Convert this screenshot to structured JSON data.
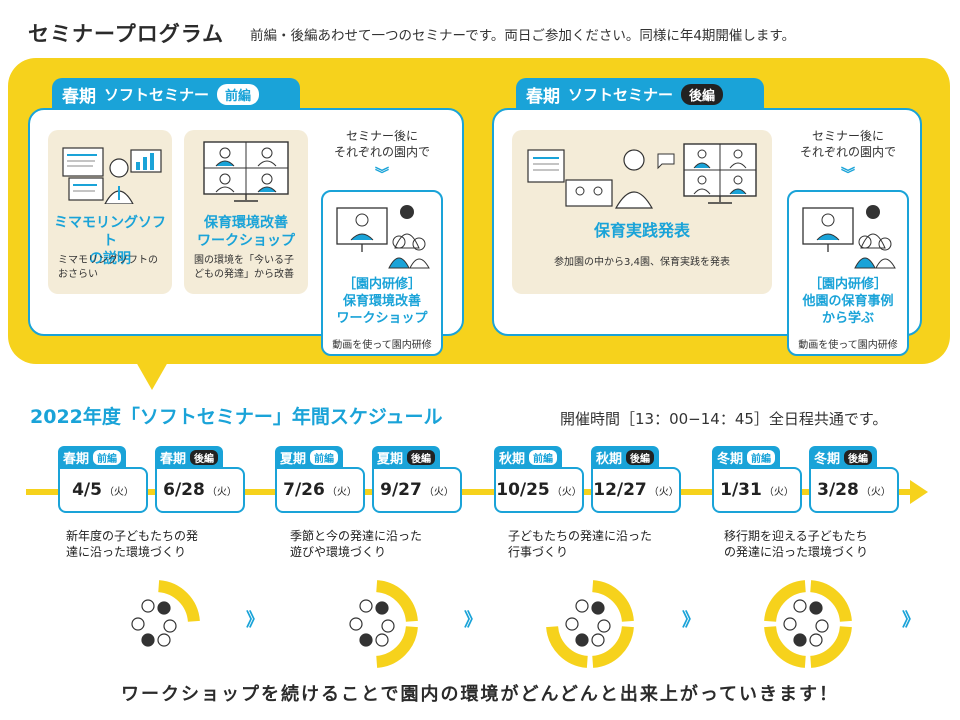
{
  "header": {
    "title": "セミナープログラム",
    "subtitle": "前編・後編あわせて一つのセミナーです。両日ご参加ください。同様に年4期開催します。"
  },
  "program": {
    "first": {
      "season": "春期",
      "name": "ソフトセミナー",
      "part": "前編",
      "cards": [
        {
          "title": "ミマモリングソフト\nの説明",
          "desc": "ミマモリングソフトの\nおさらい"
        },
        {
          "title": "保育環境改善\nワークショップ",
          "desc": "園の環境を「今いる子\nどもの発達」から改善"
        }
      ],
      "note": "セミナー後に\nそれぞれの園内で",
      "workshop": {
        "title": "［園内研修］\n保育環境改善\nワークショップ",
        "desc": "動画を使って園内研修"
      }
    },
    "second": {
      "season": "春期",
      "name": "ソフトセミナー",
      "part": "後編",
      "card": {
        "title": "保育実践発表",
        "desc": "参加園の中から3,4園、保育実践を発表"
      },
      "note": "セミナー後に\nそれぞれの園内で",
      "workshop": {
        "title": "［園内研修］\n他園の保育事例\nから学ぶ",
        "desc": "動画を使って園内研修"
      }
    }
  },
  "schedule": {
    "title": "2022年度「ソフトセミナー」年間スケジュール",
    "time_note": "開催時間［13：00−14：45］全日程共通です。",
    "sessions": [
      {
        "season": "春期",
        "part": "前編",
        "date": "4/5",
        "dow": "（火）"
      },
      {
        "season": "春期",
        "part": "後編",
        "date": "6/28",
        "dow": "（火）"
      },
      {
        "season": "夏期",
        "part": "前編",
        "date": "7/26",
        "dow": "（火）"
      },
      {
        "season": "夏期",
        "part": "後編",
        "date": "9/27",
        "dow": "（火）"
      },
      {
        "season": "秋期",
        "part": "前編",
        "date": "10/25",
        "dow": "（火）"
      },
      {
        "season": "秋期",
        "part": "後編",
        "date": "12/27",
        "dow": "（火）"
      },
      {
        "season": "冬期",
        "part": "前編",
        "date": "1/31",
        "dow": "（火）"
      },
      {
        "season": "冬期",
        "part": "後編",
        "date": "3/28",
        "dow": "（火）"
      }
    ],
    "themes": [
      "新年度の子どもたちの発\n達に沿った環境づくり",
      "季節と今の発達に沿った\n遊びや環境づくり",
      "子どもたちの発達に沿った\n行事づくり",
      "移行期を迎える子どもたち\nの発達に沿った環境づくり"
    ],
    "progress_quarters": [
      1,
      2,
      3,
      4
    ],
    "separator": "》"
  },
  "footer": "ワークショップを続けることで園内の環境がどんどんと出来上がっていきます！",
  "colors": {
    "accent": "#1aa3d8",
    "yellow": "#f6d21c",
    "beige": "#f4ecd8",
    "dark": "#222222"
  }
}
